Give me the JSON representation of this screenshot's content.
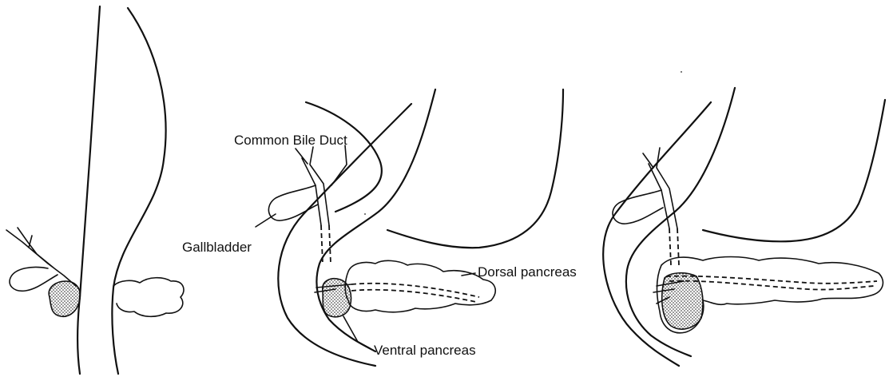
{
  "labels": {
    "common_bile_duct": "Common Bile Duct",
    "gallbladder": "Gallbladder",
    "dorsal_pancreas": "Dorsal pancreas",
    "ventral_pancreas": "Ventral pancreas"
  }
}
